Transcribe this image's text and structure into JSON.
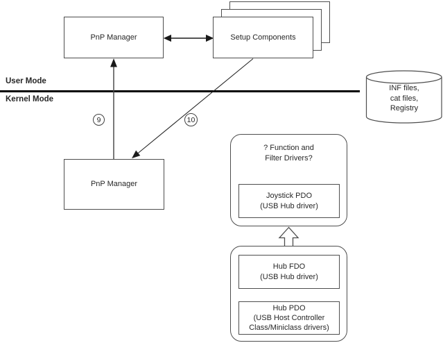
{
  "colors": {
    "background": "#ffffff",
    "box_border": "#4d4d4d",
    "text": "#262626",
    "boundary_line": "#000000",
    "arrow": "#262626"
  },
  "boxes": {
    "pnp_manager_top": {
      "label": "PnP Manager"
    },
    "setup_components": {
      "label": "Setup Components"
    },
    "pnp_manager_bottom": {
      "label": "PnP Manager"
    }
  },
  "boundary": {
    "user_mode": "User Mode",
    "kernel_mode": "Kernel Mode"
  },
  "step_labels": {
    "step_9": "9",
    "step_10": "10"
  },
  "datastore": {
    "lines": [
      "INF files,",
      "cat files,",
      "Registry"
    ]
  },
  "function_filter_group": {
    "title_lines": [
      "? Function and",
      "Filter Drivers?"
    ],
    "joystick_pdo_lines": [
      "Joystick PDO",
      "(USB Hub driver)"
    ]
  },
  "hub_group": {
    "hub_fdo_lines": [
      "Hub FDO",
      "(USB Hub driver)"
    ],
    "hub_pdo_lines": [
      "Hub PDO",
      "(USB Host Controller",
      "Class/Miniclass drivers)"
    ]
  }
}
